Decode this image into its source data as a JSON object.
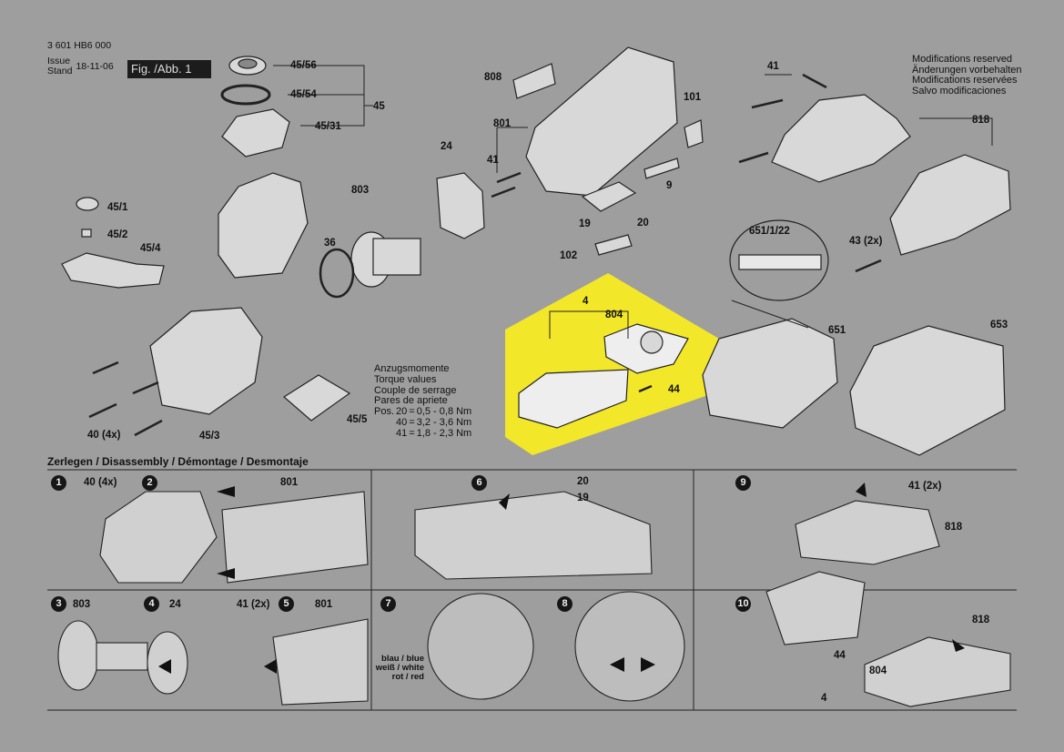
{
  "header": {
    "doc_number": "3 601 HB6 000",
    "issue_label": "Issue",
    "stand_label": "Stand",
    "date": "18-11-06",
    "figure": "Fig. /Abb. 1"
  },
  "modifications": [
    "Modifications reserved",
    "Änderungen vorbehalten",
    "Modifications reservées",
    "Salvo modificaciones"
  ],
  "torque": {
    "lines": [
      "Anzugsmomente",
      "Torque values",
      "Couple de serrage",
      "Pares de apriete"
    ],
    "pos_label": "Pos.",
    "rows": [
      [
        "20",
        "0,5 - 0,8 Nm"
      ],
      [
        "40",
        "3,2 - 3,6 Nm"
      ],
      [
        "41",
        "1,8 - 2,3 Nm"
      ]
    ]
  },
  "parts": {
    "p45_56": "45/56",
    "p45_54": "45/54",
    "p45_31": "45/31",
    "p45": "45",
    "p45_1": "45/1",
    "p45_2": "45/2",
    "p45_4": "45/4",
    "p808": "808",
    "p801": "801",
    "p101": "101",
    "p24": "24",
    "p803": "803",
    "p36": "36",
    "p41a": "41",
    "p41b": "41",
    "p9": "9",
    "p19": "19",
    "p20": "20",
    "p102": "102",
    "p818": "818",
    "p43": "43 (2x)",
    "p651_1_22": "651/1/22",
    "p651": "651",
    "p653": "653",
    "p4": "4",
    "p804": "804",
    "p44": "44",
    "p40": "40 (4x)",
    "p45_3": "45/3",
    "p45_5": "45/5"
  },
  "disassembly": {
    "title": "Zerlegen / Disassembly / Démontage / Desmontaje",
    "steps": [
      "1",
      "2",
      "3",
      "4",
      "5",
      "6",
      "7",
      "8",
      "9",
      "10"
    ],
    "labels": {
      "s1_40": "40 (4x)",
      "s2_801": "801",
      "s6_20": "20",
      "s6_19": "19",
      "s9_41": "41 (2x)",
      "s9_818": "818",
      "s3_803": "803",
      "s4_24": "24",
      "s5_41": "41 (2x)",
      "s5_801": "801",
      "s10_818": "818",
      "s10_44": "44",
      "s10_804": "804",
      "s10_4": "4"
    },
    "wires": [
      "blau / blue",
      "weiß / white",
      "rot / red"
    ]
  },
  "colors": {
    "background": "#9e9e9e",
    "highlight": "#f3e72a",
    "ink": "#111111"
  }
}
